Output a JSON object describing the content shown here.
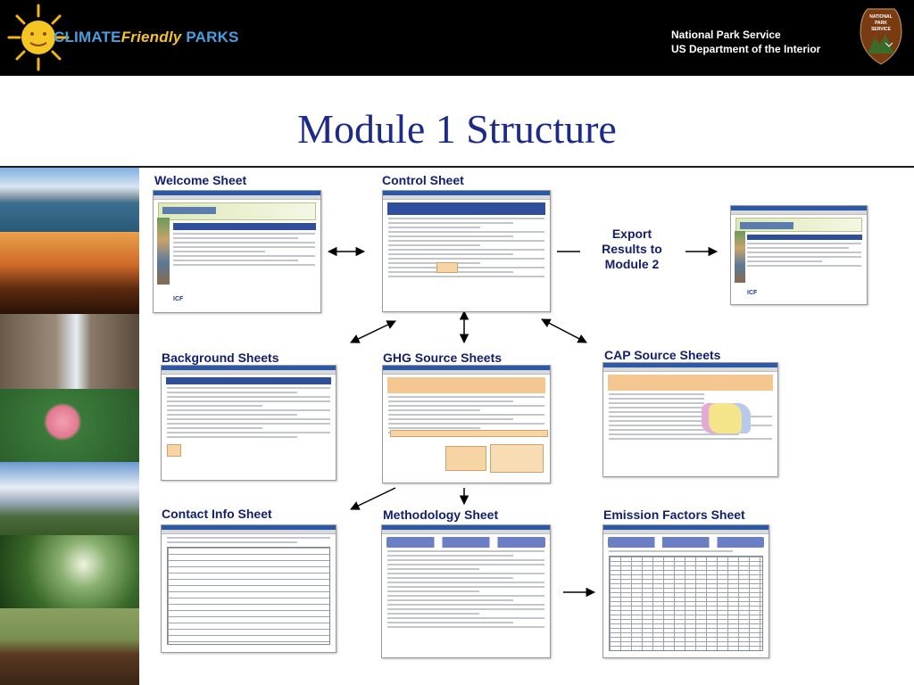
{
  "header": {
    "brand_part1": "CLIMATE",
    "brand_part2": "Friendly",
    "brand_part3": " PARKS",
    "org_line1": "National Park Service",
    "org_line2": "US Department of the Interior",
    "badge_line1": "NATIONAL",
    "badge_line2": "PARK",
    "badge_line3": "SERVICE"
  },
  "title": "Module 1 Structure",
  "sheets": {
    "welcome": "Welcome Sheet",
    "control": "Control Sheet",
    "export": "Export Results to Module 2",
    "background": "Background Sheets",
    "ghg": "GHG Source Sheets",
    "cap": "CAP Source Sheets",
    "contact": "Contact Info Sheet",
    "methodology": "Methodology Sheet",
    "emission": "Emission Factors Sheet"
  },
  "thumb_text": {
    "icf": "ICF"
  },
  "colors": {
    "header_bg": "#000000",
    "title": "#1c2a8a",
    "label": "#14206e",
    "brand_blue": "#4a9fe0",
    "brand_gold": "#f2c22a"
  }
}
